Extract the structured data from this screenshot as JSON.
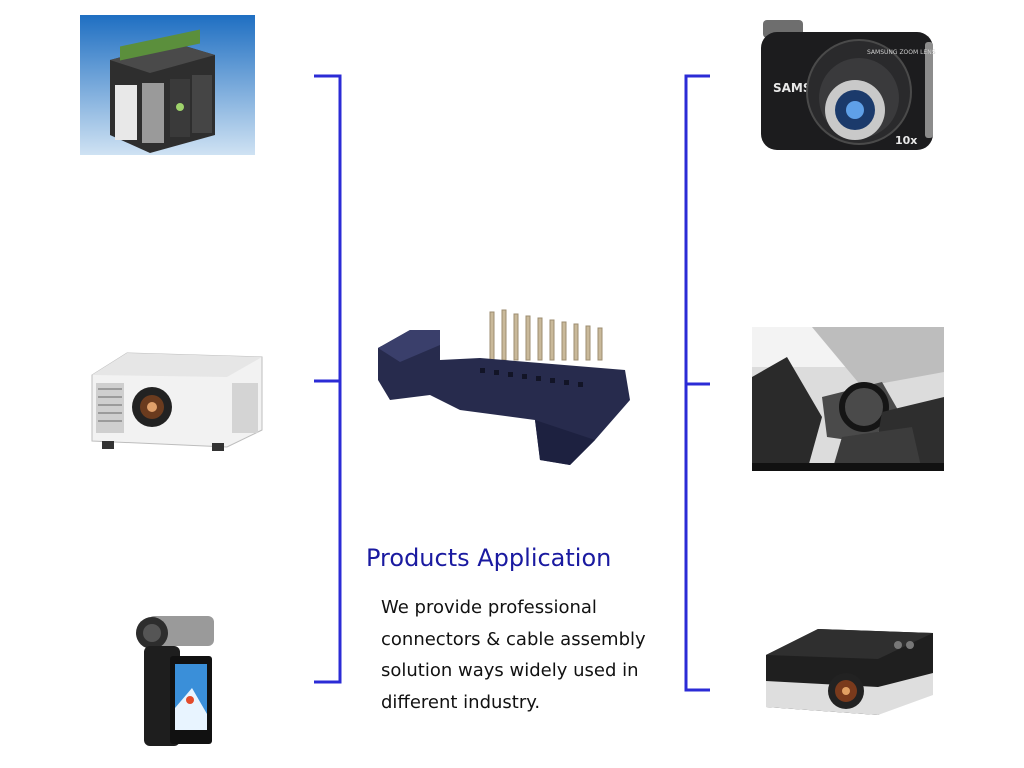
{
  "colors": {
    "bracket": "#2b2bd6",
    "title": "#1a1aa0",
    "text": "#111111"
  },
  "camera": {
    "brand": "SAMSUNG",
    "lens_text": "SAMSUNG ZOOM LENS",
    "zoom": "10x"
  },
  "main": {
    "title": "Products Application",
    "description_lines": [
      "We provide professional",
      "connectors & cable assembly",
      "solution ways widely used in",
      "different industry."
    ]
  },
  "icons": [
    "power-meter-icon",
    "projector-icon",
    "camcorder-icon",
    "digital-camera-icon",
    "car-interior-icon",
    "mini-projector-icon",
    "box-header-connector-icon"
  ]
}
